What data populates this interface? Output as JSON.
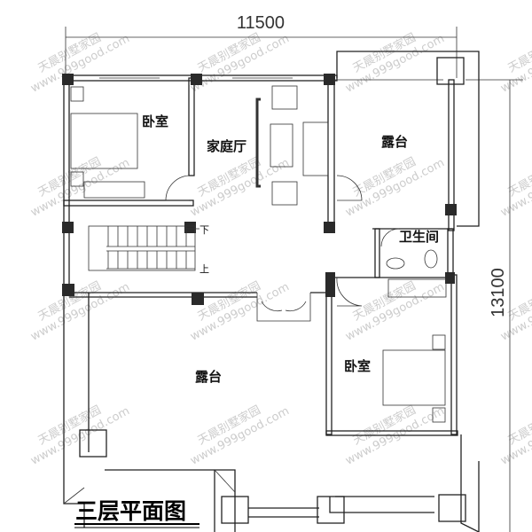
{
  "plan": {
    "title": "三层平面图",
    "dimensions": {
      "width": "11500",
      "depth": "13100"
    },
    "rooms": {
      "bedroom_top": "卧室",
      "family_hall": "家庭厅",
      "terrace_right": "露台",
      "bathroom": "卫生间",
      "terrace_main": "露台",
      "bedroom_bottom": "卧室"
    },
    "stairs": {
      "down": "下",
      "up": "上"
    },
    "watermark": {
      "line1": "天晨别墅家园",
      "line2": "www.999good.com"
    }
  }
}
